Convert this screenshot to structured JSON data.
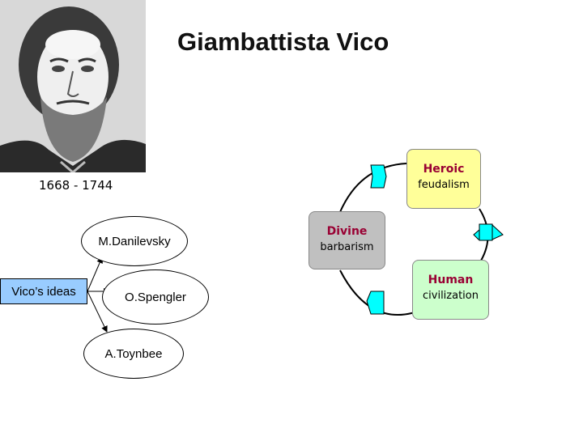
{
  "title": "Giambattista Vico",
  "years": "1668 - 1744",
  "ideas": {
    "source": "Vico’s ideas",
    "followers": [
      "M.Danilevsky",
      "O.Spengler",
      "A.Toynbee"
    ]
  },
  "cycle": {
    "divine": {
      "name": "Divine",
      "sub": "barbarism",
      "color": "#c0c0c0"
    },
    "heroic": {
      "name": "Heroic",
      "sub": "feudalism",
      "color": "#ffff99"
    },
    "human": {
      "name": "Human",
      "sub": "civilization",
      "color": "#ccffcc"
    },
    "arrow_color": "#00ffff",
    "label_color": "#990033"
  },
  "colors": {
    "ideas_box": "#99ccff"
  },
  "portrait": {
    "icon": "portrait-engraving"
  }
}
